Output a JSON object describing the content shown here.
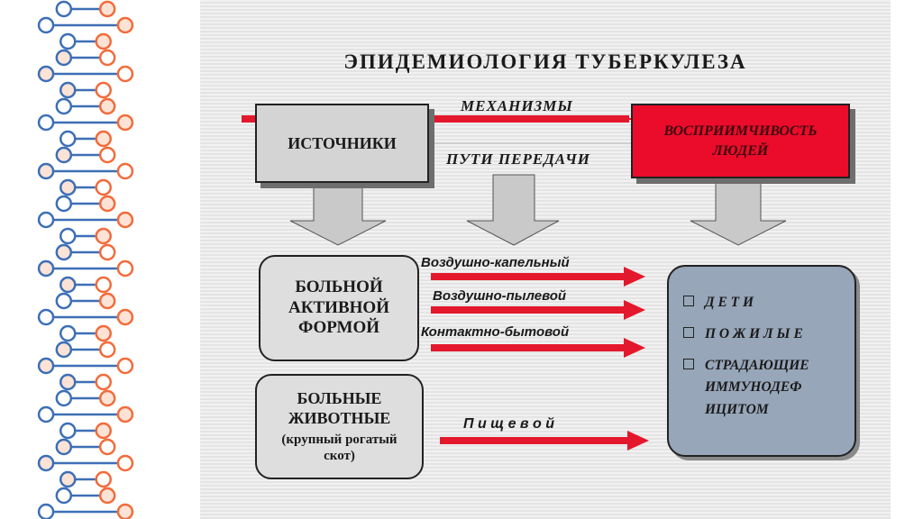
{
  "title": "ЭПИДЕМИОЛОГИЯ ТУБЕРКУЛЕЗА",
  "mechanisms_label": "МЕХАНИЗМЫ",
  "routes_label": "ПУТИ ПЕРЕДАЧИ",
  "boxes": {
    "sources": "ИСТОЧНИКИ",
    "susceptibility": "ВОСПРИИМЧИВОСТЬ ЛЮДЕЙ",
    "patient_active": "БОЛЬНОЙ АКТИВНОЙ ФОРМОЙ",
    "sick_animals": "БОЛЬНЫЕ ЖИВОТНЫЕ",
    "sick_animals_note": "(крупный рогатый скот)"
  },
  "routes": [
    "Воздушно-капельный",
    "Воздушно-пылевой",
    "Контактно-бытовой",
    "П и щ е в о й"
  ],
  "groups": [
    "Д Е Т И",
    "П О Ж И Л Ы Е",
    "СТРАДАЮЩИЕ ИММУНОДЕФ ИЦИТОМ"
  ],
  "colors": {
    "red": "#e4182c",
    "box_gray": "#d4d4d4",
    "risk_box": "#97a6b9",
    "dna_orange": "#f26b3a",
    "dna_blue": "#3d6fb6"
  }
}
